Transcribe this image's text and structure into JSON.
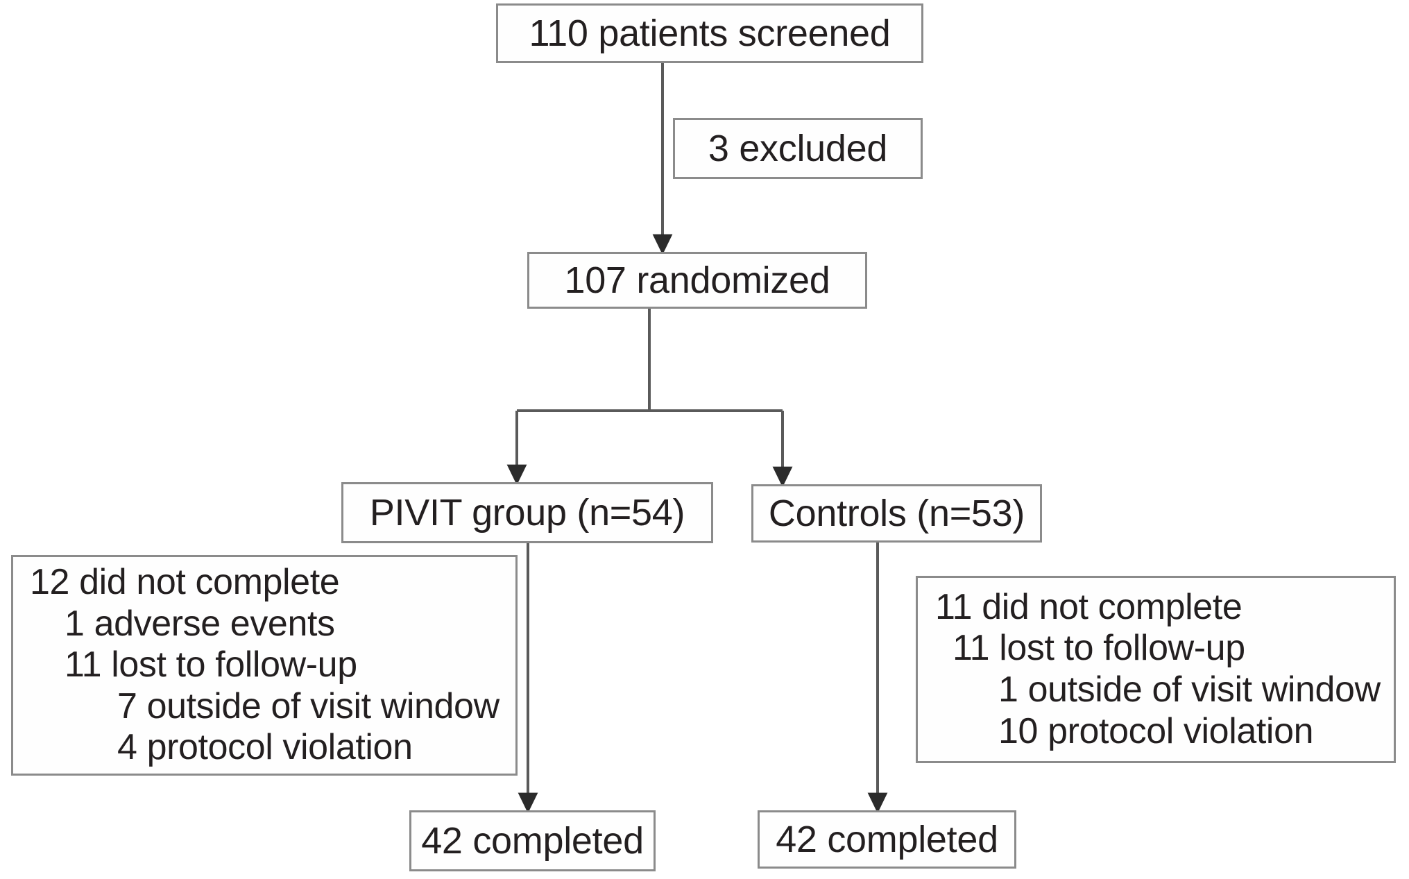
{
  "diagram": {
    "type": "consort-flow-diagram",
    "title": "",
    "colors": {
      "border": "#8b8b8b",
      "text": "#231f20",
      "background": "#ffffff",
      "connector": "#595959"
    },
    "nodes": {
      "screened": {
        "label": "110 patients screened",
        "count": 110
      },
      "excluded": {
        "label": "3 excluded",
        "count": 3
      },
      "randomized": {
        "label": "107 randomized",
        "count": 107
      },
      "pivit_group": {
        "label": "PIVIT group (n=54)",
        "count": 54
      },
      "controls_group": {
        "label": "Controls (n=53)",
        "count": 53
      },
      "completed_left": {
        "label": "42 completed",
        "count": 42
      },
      "completed_right": {
        "label": "42 completed",
        "count": 42
      }
    },
    "detail_left": {
      "lines": [
        {
          "text": "12 did not complete",
          "indent": 0
        },
        {
          "text": "1 adverse events",
          "indent": 1
        },
        {
          "text": "11 lost to follow-up",
          "indent": 1
        },
        {
          "text": "7 outside of visit window",
          "indent": 2
        },
        {
          "text": "4 protocol violation",
          "indent": 2
        }
      ]
    },
    "detail_right": {
      "lines": [
        {
          "text": "11 did not complete",
          "indent": 0
        },
        {
          "text": "11 lost to follow-up",
          "indent": 1
        },
        {
          "text": "1 outside of visit window",
          "indent": 2
        },
        {
          "text": "10 protocol violation",
          "indent": 2
        }
      ]
    }
  }
}
